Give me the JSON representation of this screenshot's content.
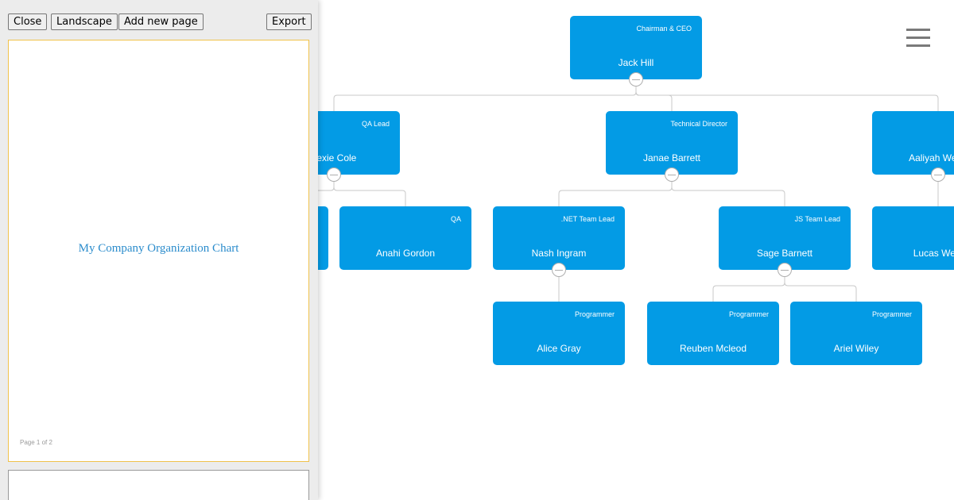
{
  "toolbar": {
    "close_label": "Close",
    "landscape_label": "Landscape",
    "add_page_label": "Add new page",
    "export_label": "Export"
  },
  "preview": {
    "page_title": "My Company Organization Chart",
    "page_footer": "Page 1 of 2"
  },
  "colors": {
    "node_fill": "#039be5",
    "page_border": "#f0c24b",
    "title_text": "#2b8ccc",
    "link_line": "#c8c8c8"
  },
  "org_chart": {
    "nodes": [
      {
        "id": "jack-hill",
        "name": "Jack Hill",
        "title": "Chairman & CEO",
        "has_children": true
      },
      {
        "id": "lexie-cole",
        "name": "Lexie Cole",
        "title": "QA Lead",
        "has_children": true
      },
      {
        "id": "janae-barrett",
        "name": "Janae Barrett",
        "title": "Technical Director",
        "has_children": true
      },
      {
        "id": "aaliyah-webb",
        "name": "Aaliyah Webb",
        "title": "",
        "has_children": true
      },
      {
        "id": "qa-hidden",
        "name": "",
        "title": "",
        "has_children": false
      },
      {
        "id": "anahi-gordon",
        "name": "Anahi Gordon",
        "title": "QA",
        "has_children": false
      },
      {
        "id": "nash-ingram",
        "name": "Nash Ingram",
        "title": ".NET Team Lead",
        "has_children": true
      },
      {
        "id": "sage-barnett",
        "name": "Sage Barnett",
        "title": "JS Team Lead",
        "has_children": true
      },
      {
        "id": "lucas-west",
        "name": "Lucas West",
        "title": "",
        "has_children": false
      },
      {
        "id": "alice-gray",
        "name": "Alice Gray",
        "title": "Programmer",
        "has_children": false
      },
      {
        "id": "reuben-mcleod",
        "name": "Reuben Mcleod",
        "title": "Programmer",
        "has_children": false
      },
      {
        "id": "ariel-wiley",
        "name": "Ariel Wiley",
        "title": "Programmer",
        "has_children": false
      }
    ],
    "links": [
      [
        "jack-hill",
        "lexie-cole"
      ],
      [
        "jack-hill",
        "janae-barrett"
      ],
      [
        "jack-hill",
        "aaliyah-webb"
      ],
      [
        "lexie-cole",
        "qa-hidden"
      ],
      [
        "lexie-cole",
        "anahi-gordon"
      ],
      [
        "janae-barrett",
        "nash-ingram"
      ],
      [
        "janae-barrett",
        "sage-barnett"
      ],
      [
        "aaliyah-webb",
        "lucas-west"
      ],
      [
        "nash-ingram",
        "alice-gray"
      ],
      [
        "sage-barnett",
        "reuben-mcleod"
      ],
      [
        "sage-barnett",
        "ariel-wiley"
      ]
    ]
  }
}
